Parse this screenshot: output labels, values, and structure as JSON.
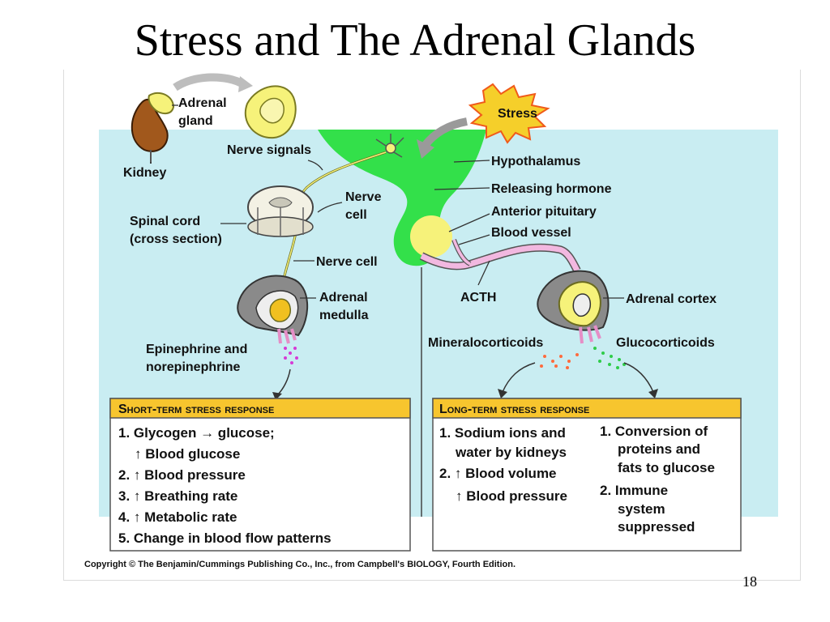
{
  "slide": {
    "title": "Stress and The Adrenal Glands",
    "page_number": "18"
  },
  "colors": {
    "background_panel": "#c9edf2",
    "hypothalamus_green": "#33e04a",
    "pituitary_yellow": "#f6f27a",
    "box_header": "#f7c52e",
    "stress_burst": "#f5cf2a",
    "blood_vessel_pink": "#f2b8e0",
    "dots_red": "#ff6b3d",
    "dots_green": "#2fcc4a"
  },
  "labels": {
    "adrenal_gland": [
      "Adrenal",
      "gland"
    ],
    "kidney": "Kidney",
    "stress": "Stress",
    "nerve_signals": "Nerve signals",
    "hypothalamus": "Hypothalamus",
    "releasing_hormone": "Releasing hormone",
    "nerve_cell_top": [
      "Nerve",
      "cell"
    ],
    "anterior_pituitary": "Anterior pituitary",
    "blood_vessel": "Blood vessel",
    "spinal_cord": [
      "Spinal cord",
      "(cross section)"
    ],
    "nerve_cell": "Nerve cell",
    "adrenal_medulla": [
      "Adrenal",
      "medulla"
    ],
    "acth": "ACTH",
    "adrenal_cortex": "Adrenal cortex",
    "epinephrine": [
      "Epinephrine and",
      "norepinephrine"
    ],
    "mineralocorticoids": "Mineralocorticoids",
    "glucocorticoids": "Glucocorticoids"
  },
  "short_term": {
    "title": "Short-term stress response",
    "items": [
      "1. Glycogen → glucose;",
      "↑ Blood glucose",
      "2. ↑ Blood pressure",
      "3. ↑ Breathing rate",
      "4. ↑ Metabolic rate",
      "5. Change in blood flow patterns"
    ]
  },
  "long_term": {
    "title": "Long-term stress response",
    "left_items": [
      "1. Sodium ions and",
      "water by kidneys",
      "2. ↑ Blood volume",
      "↑ Blood pressure"
    ],
    "right_items": [
      "1. Conversion of",
      "proteins and",
      "fats to glucose",
      "2. Immune",
      "system",
      "suppressed"
    ]
  },
  "copyright": "Copyright © The Benjamin/Cummings Publishing Co., Inc., from Campbell's BIOLOGY, Fourth Edition."
}
